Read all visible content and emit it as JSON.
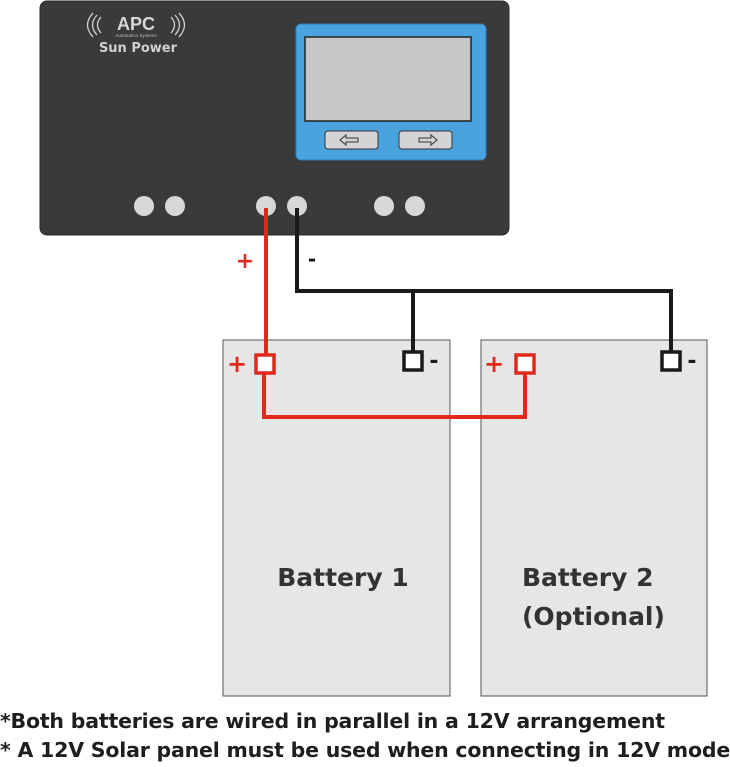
{
  "controller": {
    "brand": "APC",
    "brand_tagline": "Automation Systems",
    "product_name": "Sun Power",
    "body_color": "#3a3a3b",
    "screen_frame_color": "#4aa3df",
    "left_button_icon": "arrow-left-icon",
    "right_button_icon": "arrow-right-icon"
  },
  "wiring": {
    "positive_color": "#e0281c",
    "negative_color": "#1a1a1a",
    "controller_plus_label": "+",
    "controller_minus_label": "-"
  },
  "batteries": [
    {
      "label_line1": "Battery 1",
      "label_line2": "",
      "plus_label": "+",
      "minus_label": "-"
    },
    {
      "label_line1": "Battery 2",
      "label_line2": "(Optional)",
      "plus_label": "+",
      "minus_label": "-"
    }
  ],
  "notes": [
    "*Both batteries are wired in parallel in a 12V arrangement",
    "* A 12V Solar panel must be used when connecting in 12V mode"
  ]
}
